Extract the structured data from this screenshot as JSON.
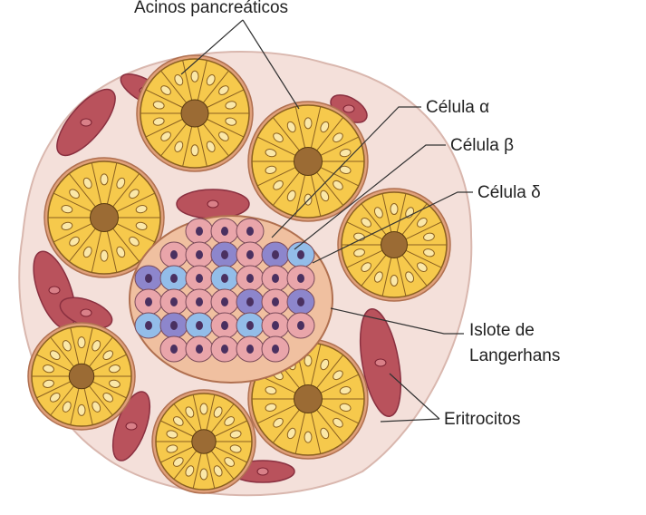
{
  "labels": {
    "acini": "Acinos pancreáticos",
    "alpha": "Célula α",
    "beta": "Célula β",
    "delta": "Célula δ",
    "islet_line1": "Islote de",
    "islet_line2": "Langerhans",
    "erythrocytes": "Eritrocitos"
  },
  "colors": {
    "tissue": "#f4e0da",
    "acinus": "#f6c94c",
    "acinus_lumen": "#9b6b34",
    "alpha_cell": "#8d86cc",
    "beta_cell": "#e9a5aa",
    "delta_cell": "#93bde9",
    "vessel": "#b9525c"
  }
}
